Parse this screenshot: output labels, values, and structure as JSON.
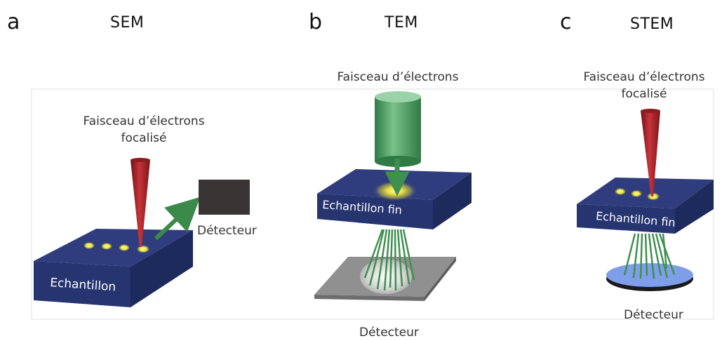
{
  "panels": {
    "a": {
      "letter": "a",
      "title": "SEM",
      "beam_label_line1": "Faisceau d’électrons",
      "beam_label_line2": "focalisé",
      "sample_label": "Echantillon",
      "detector_label": "Détecteur"
    },
    "b": {
      "letter": "b",
      "title": "TEM",
      "beam_label": "Faisceau d’électrons",
      "sample_label": "Echantillon fin",
      "detector_label": "Détecteur"
    },
    "c": {
      "letter": "c",
      "title": "STEM",
      "beam_label_line1": "Faisceau d’électrons",
      "beam_label_line2": "focalisé",
      "sample_label": "Echantillon fin",
      "detector_label": "Détecteur"
    }
  },
  "colors": {
    "slab_top": "#2f3d7e",
    "slab_front": "#223068",
    "cone": "#b3282d",
    "beam_green": "#5cab6e",
    "arrow_green": "#3c8a4a",
    "spot": "#f0e23c",
    "detector_dark": "#3a3535",
    "detector_grey": "#8d8d8d",
    "detector_blue": "#7f9ee8"
  }
}
